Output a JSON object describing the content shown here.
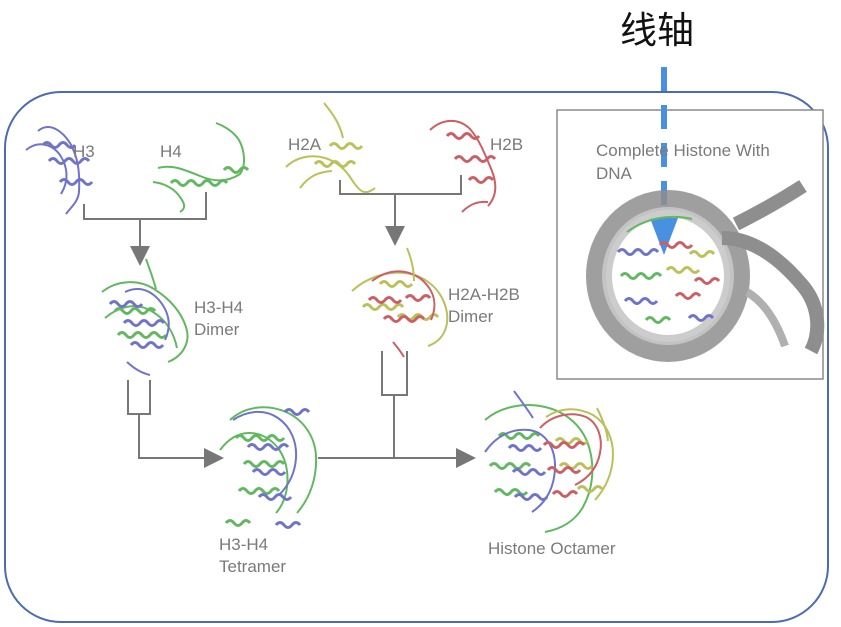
{
  "annotation": {
    "title": "线轴"
  },
  "labels": {
    "h3": "H3",
    "h4": "H4",
    "h2a": "H2A",
    "h2b": "H2B",
    "h3_h4_dimer_line1": "H3-H4",
    "h3_h4_dimer_line2": "Dimer",
    "h2a_h2b_dimer_line1": "H2A-H2B",
    "h2a_h2b_dimer_line2": "Dimer",
    "h3_h4_tetramer_line1": "H3-H4",
    "h3_h4_tetramer_line2": "Tetramer",
    "histone_octamer": "Histone Octamer",
    "complete_histone_line1": "Complete Histone With",
    "complete_histone_line2": "DNA"
  },
  "colors": {
    "frame_border": "#4b6bb5",
    "inset_border": "#8a8a8a",
    "connector": "#777777",
    "arrow_blue": "#4a90e2",
    "h3": "#6f73c9",
    "h4": "#61b85f",
    "h2a": "#bcc05a",
    "h2b": "#cc5f63",
    "dna": "#8e8e8e",
    "label_text": "#7a7a7a",
    "title_text": "#111111"
  }
}
